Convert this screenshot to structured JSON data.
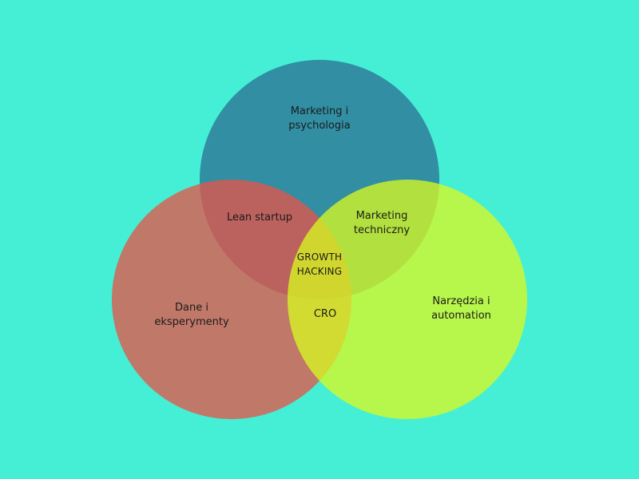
{
  "colors": {
    "background": "#45efd5",
    "circle_top": "#2e7d9a",
    "circle_left": "#e3564a",
    "circle_right": "#d7f722"
  },
  "circles": {
    "top": {
      "label_line1": "Marketing i",
      "label_line2": "psychologia"
    },
    "left": {
      "label_line1": "Dane i",
      "label_line2": "eksperymenty"
    },
    "right": {
      "label_line1": "Narzędzia i",
      "label_line2": "automation"
    }
  },
  "intersections": {
    "top_left": {
      "label": "Lean startup"
    },
    "top_right": {
      "label_line1": "Marketing",
      "label_line2": "techniczny"
    },
    "left_right": {
      "label": "CRO"
    },
    "center": {
      "label_line1": "GROWTH",
      "label_line2": "HACKING"
    }
  }
}
